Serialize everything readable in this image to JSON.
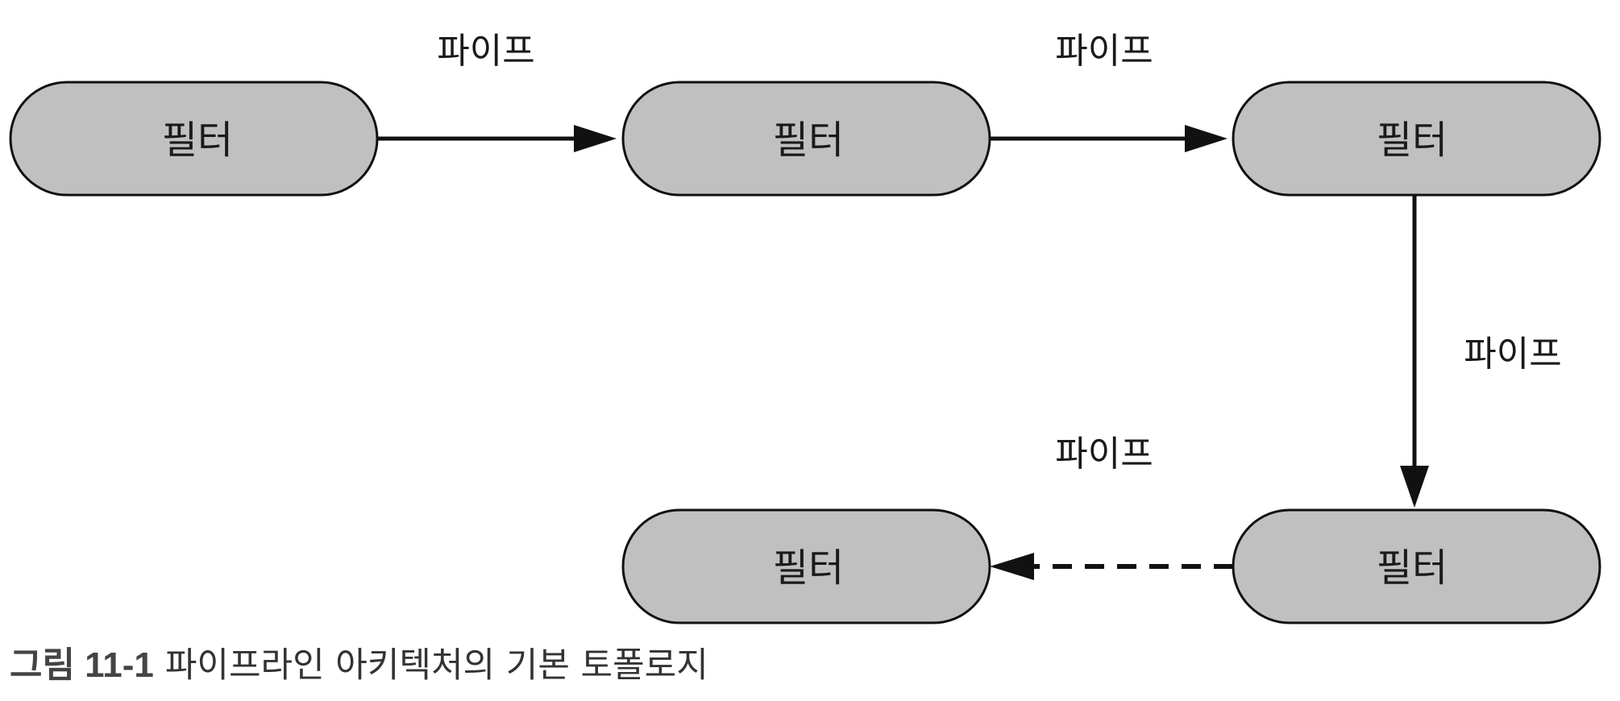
{
  "diagram": {
    "filters": [
      {
        "id": "f1",
        "label": "필터"
      },
      {
        "id": "f2",
        "label": "필터"
      },
      {
        "id": "f3",
        "label": "필터"
      },
      {
        "id": "f4",
        "label": "필터"
      },
      {
        "id": "f5",
        "label": "필터"
      }
    ],
    "pipes": [
      {
        "from": "f1",
        "to": "f2",
        "label": "파이프",
        "style": "solid"
      },
      {
        "from": "f2",
        "to": "f3",
        "label": "파이프",
        "style": "solid"
      },
      {
        "from": "f3",
        "to": "f4",
        "label": "파이프",
        "style": "solid"
      },
      {
        "from": "f4",
        "to": "f5",
        "label": "파이프",
        "style": "dashed"
      }
    ],
    "colors": {
      "filter_fill": "#c0c0c0",
      "stroke": "#111111"
    }
  },
  "caption": {
    "label": "그림 11-1",
    "title": "파이프라인 아키텍처의 기본 토폴로지"
  }
}
